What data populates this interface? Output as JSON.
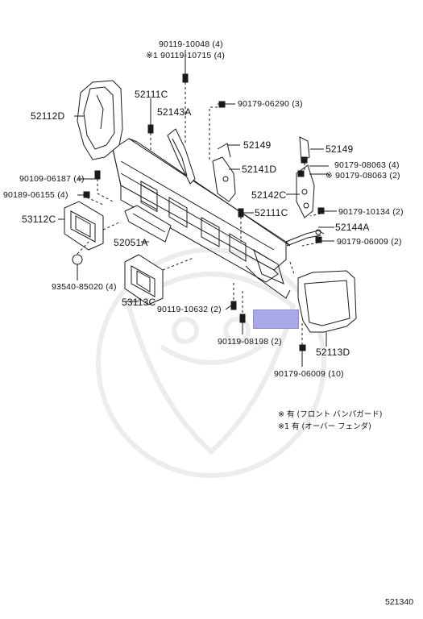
{
  "labels": {
    "p90119_10048": "90119-10048 (4)",
    "p90119_10715": "※1 90119-10715 (4)",
    "p52111C_top": "52111C",
    "p52143A": "52143A",
    "p90179_06290": "90179-06290 (3)",
    "p52112D": "52112D",
    "p52149_mid": "52149",
    "p52149_right": "52149",
    "p52141D": "52141D",
    "p90179_08063_4": "90179-08063 (4)",
    "p90179_08063_2": "※ 90179-08063 (2)",
    "p90109_06187": "90109-06187 (4)",
    "p90189_06155": "90189-06155 (4)",
    "p52142C": "52142C",
    "p52111C_mid": "52111C",
    "p90179_10134": "90179-10134 (2)",
    "p53112C": "53112C",
    "p52144A": "52144A",
    "p52051A": "52051A",
    "p90179_06009_2": "90179-06009 (2)",
    "p93540_85020": "93540-85020 (4)",
    "p53113C": "53113C",
    "p90119_10632": "90119-10632 (2)",
    "p90119_08198": "90119-08198 (2)",
    "p52113D": "52113D",
    "p90179_06009_10": "90179-06009 (10)"
  },
  "notes": {
    "note1": "※ 有 (フロント バンパガード)",
    "note2": "※1 有 (オーバー フェンダ)"
  },
  "page_code": "521340",
  "colors": {
    "line": "#1a1a1a",
    "highlight": "#a9a9e6"
  }
}
